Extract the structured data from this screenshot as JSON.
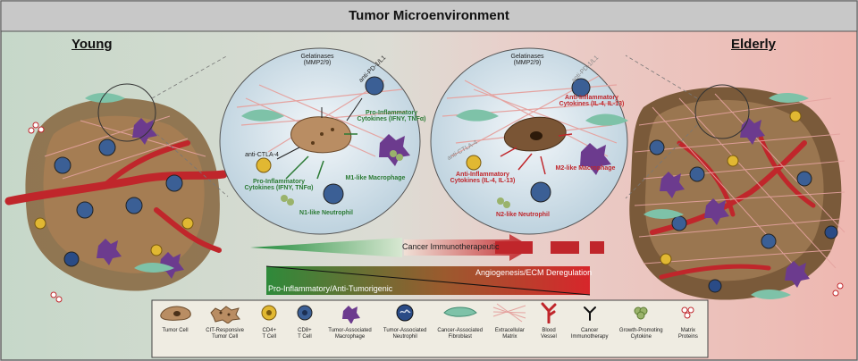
{
  "title": "Tumor Microenvironment",
  "panels": {
    "young_label": "Young",
    "elderly_label": "Elderly"
  },
  "young_zoom": {
    "gelatinases": "Gelatinases\n(MMP2/9)",
    "anti_pd1": "anti-PD-1/L1",
    "anti_ctla4": "anti-CTLA-4",
    "pro_cytokines_right": "Pro-Inflammatory\nCytokines (IFNY, TNFα)",
    "pro_cytokines_left": "Pro-Inflammatory\nCytokines (IFNY, TNFα)",
    "m1": "M1-like Macrophage",
    "n1": "N1-like Neutrophil"
  },
  "elderly_zoom": {
    "gelatinases": "Gelatinases\n(MMP2/9)",
    "anti_pd1": "anti-PD-1/L1",
    "anti_ctla4": "anti-CTLA-4",
    "anti_cytokines_right": "Anti-Inflammatory\nCytokines (IL-4, IL-13)",
    "anti_cytokines_left": "Anti-Inflammatory\nCytokines (IL-4, IL-13)",
    "m2": "M2-like Macrophage",
    "n2": "N2-like Neutrophil"
  },
  "gradients": {
    "cit": "Cancer Immunotherapeutic",
    "angio": "Angiogenesis/ECM Deregulation",
    "proinf": "Pro-Inflammatory/Anti-Tumorigenic"
  },
  "colors": {
    "young_bg": "#c9d9cc",
    "elderly_bg": "#eebcb6",
    "green": "#2b7a34",
    "red": "#c0262b",
    "tumor_cell": "#b98d63",
    "title_bar": "#c8c8c8"
  },
  "legend": [
    {
      "label": "Tumor Cell",
      "icon": "tumor-cell-icon"
    },
    {
      "label": "CIT-Responsive\nTumor Cell",
      "icon": "cit-responsive-tumor-cell-icon"
    },
    {
      "label": "CD4+\nT Cell",
      "icon": "cd4-t-cell-icon"
    },
    {
      "label": "CD8+\nT Cell",
      "icon": "cd8-t-cell-icon"
    },
    {
      "label": "Tumor-Associated\nMacrophage",
      "icon": "macrophage-icon"
    },
    {
      "label": "Tumor-Associated\nNeutrophil",
      "icon": "neutrophil-icon"
    },
    {
      "label": "Cancer-Associated\nFibroblast",
      "icon": "fibroblast-icon"
    },
    {
      "label": "Extracellular\nMatrix",
      "icon": "extracellular-matrix-icon"
    },
    {
      "label": "Blood\nVessel",
      "icon": "blood-vessel-icon"
    },
    {
      "label": "Cancer\nImmunotherapy",
      "icon": "immunotherapy-icon"
    },
    {
      "label": "Growth-Promoting\nCytokine",
      "icon": "cytokine-icon"
    },
    {
      "label": "Matrix\nProteins",
      "icon": "matrix-proteins-icon"
    }
  ]
}
